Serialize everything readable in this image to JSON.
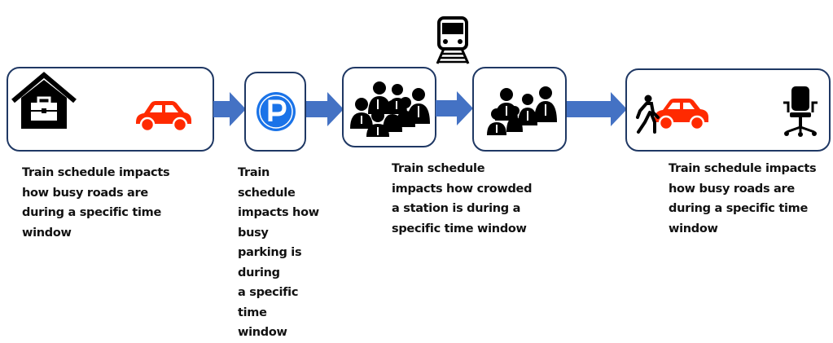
{
  "diagram": {
    "type": "process-flow",
    "colors": {
      "box_border": "#1f3864",
      "arrow": "#4472C4",
      "car": "#ff2a00",
      "parking": "#1a73e8",
      "icon": "#000000"
    },
    "steps": [
      {
        "id": "home-to-car",
        "icons": [
          "house-briefcase-icon",
          "car-icon"
        ],
        "caption": "Train schedule impacts\nhow busy roads are\nduring a specific time\nwindow"
      },
      {
        "id": "parking",
        "icons": [
          "parking-icon"
        ],
        "caption": "Train\nschedule\nimpacts how\nbusy\nparking is\nduring\na specific\ntime\nwindow"
      },
      {
        "id": "station-crowd",
        "icons": [
          "crowd-icon"
        ],
        "caption": "Train schedule\nimpacts how crowded\na station is during a\nspecific time window"
      },
      {
        "id": "arrival-crowd",
        "icons": [
          "crowd-icon"
        ],
        "caption": ""
      },
      {
        "id": "car-to-office",
        "icons": [
          "person-entering-car-icon",
          "office-chair-icon"
        ],
        "caption": "Train schedule impacts\nhow busy roads are\nduring a specific time\nwindow"
      }
    ],
    "train_icon": "train-icon"
  }
}
